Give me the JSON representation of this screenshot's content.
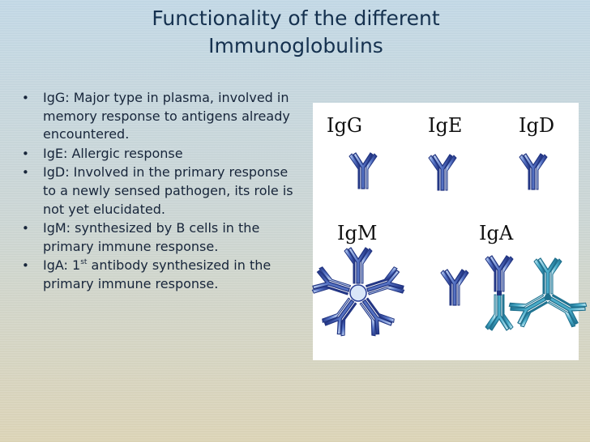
{
  "slide": {
    "title_line1": "Functionality of the different",
    "title_line2": "Immunoglobulins"
  },
  "bullets": [
    {
      "text": "IgG: Major type in plasma, involved in memory response to antigens already encountered."
    },
    {
      "text": "IgE: Allergic response"
    },
    {
      "text": "IgD: Involved in the primary response to a newly sensed pathogen, its role is not yet elucidated."
    },
    {
      "text": "IgM: synthesized by B cells in the primary immune response."
    },
    {
      "text_before_sup": "IgA: 1",
      "sup": "st",
      "text_after_sup": " antibody synthesized in the primary immune response."
    }
  ],
  "figure": {
    "labels": {
      "igg": "IgG",
      "ige": "IgE",
      "igd": "IgD",
      "igm": "IgM",
      "iga": "IgA"
    }
  },
  "colors": {
    "title": "#15314f",
    "antibody_dark": "#2a3f95",
    "antibody_light": "#9bb8e8",
    "antibody_teal": "#3fa3c3"
  }
}
